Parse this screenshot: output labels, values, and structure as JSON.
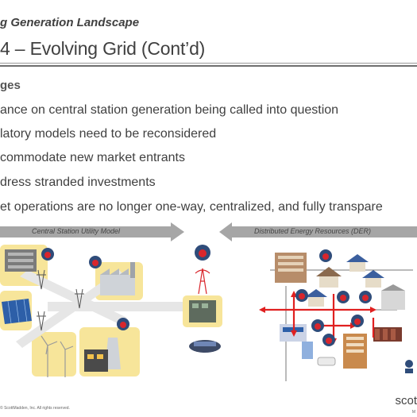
{
  "slide": {
    "kicker": "g Generation Landscape",
    "title": "4 – Evolving Grid (Cont’d)",
    "section": "ges",
    "bullets": [
      "ance on central station generation being called into question",
      "latory models need to be reconsidered",
      "commodate new market entrants",
      "dress stranded investments",
      "et operations are no longer one-way, centralized, and fully transpare"
    ]
  },
  "diagram": {
    "left_label": "Central Station Utility Model",
    "right_label": "Distributed Energy Resources (DER)",
    "colors": {
      "arrow_gray": "#a6a6a6",
      "highlight_yellow": "#f7e59a",
      "flow_red": "#e02020",
      "badge_red": "#d9262c",
      "lock_blue": "#2f4c7a"
    }
  },
  "footer": {
    "copyright": "© ScottMadden, Inc. All rights reserved.",
    "brand": "scot",
    "brand_sub": "M"
  }
}
